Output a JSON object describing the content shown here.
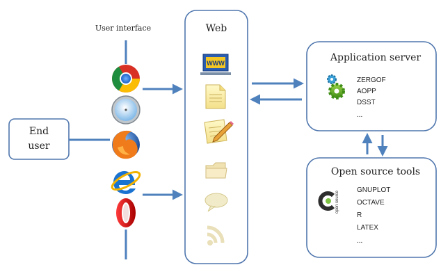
{
  "labels": {
    "user_interface": "User interface",
    "end_user_line1": "End",
    "end_user_line2": "user",
    "web": "Web",
    "app_server": "Application server",
    "oss_tools": "Open source tools",
    "www_badge": "WWW",
    "open_source_logo_text": "open source"
  },
  "app_server_items": [
    "ZERGOF",
    "AOPP",
    "DSST",
    "..."
  ],
  "oss_items": [
    "GNUPLOT",
    "OCTAVE",
    "R",
    "LATEX",
    "..."
  ],
  "colors": {
    "box_stroke": "#4f76ad",
    "connector": "#4f81bd",
    "text": "#1f1f1f"
  },
  "browser_icons": [
    "chrome-icon",
    "safari-icon",
    "firefox-icon",
    "internet-explorer-icon",
    "opera-icon"
  ],
  "web_icons": [
    "www-icon",
    "document-icon",
    "edit-document-icon",
    "folder-icon",
    "chat-bubble-icon",
    "rss-icon"
  ]
}
